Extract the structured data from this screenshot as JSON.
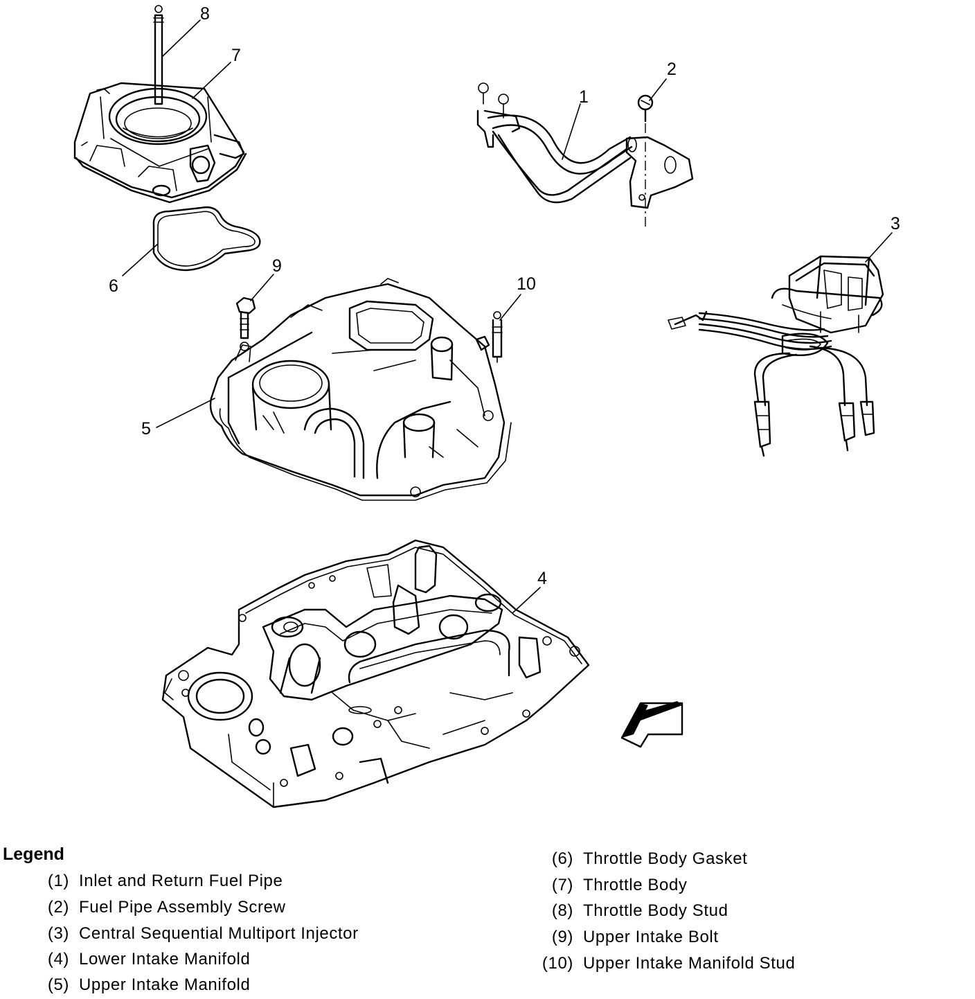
{
  "figure_id": "30575",
  "callouts": [
    "1",
    "2",
    "3",
    "4",
    "5",
    "6",
    "7",
    "8",
    "9",
    "10"
  ],
  "legend": {
    "title": "Legend",
    "items": [
      {
        "num": "(1)",
        "label": "Inlet and Return Fuel Pipe"
      },
      {
        "num": "(2)",
        "label": "Fuel Pipe Assembly Screw"
      },
      {
        "num": "(3)",
        "label": "Central Sequential Multiport Injector"
      },
      {
        "num": "(4)",
        "label": "Lower Intake Manifold"
      },
      {
        "num": "(5)",
        "label": "Upper Intake Manifold"
      },
      {
        "num": "(6)",
        "label": "Throttle Body Gasket"
      },
      {
        "num": "(7)",
        "label": "Throttle Body"
      },
      {
        "num": "(8)",
        "label": "Throttle Body Stud"
      },
      {
        "num": "(9)",
        "label": "Upper Intake Bolt"
      },
      {
        "num": "(10)",
        "label": "Upper Intake Manifold Stud"
      }
    ]
  }
}
